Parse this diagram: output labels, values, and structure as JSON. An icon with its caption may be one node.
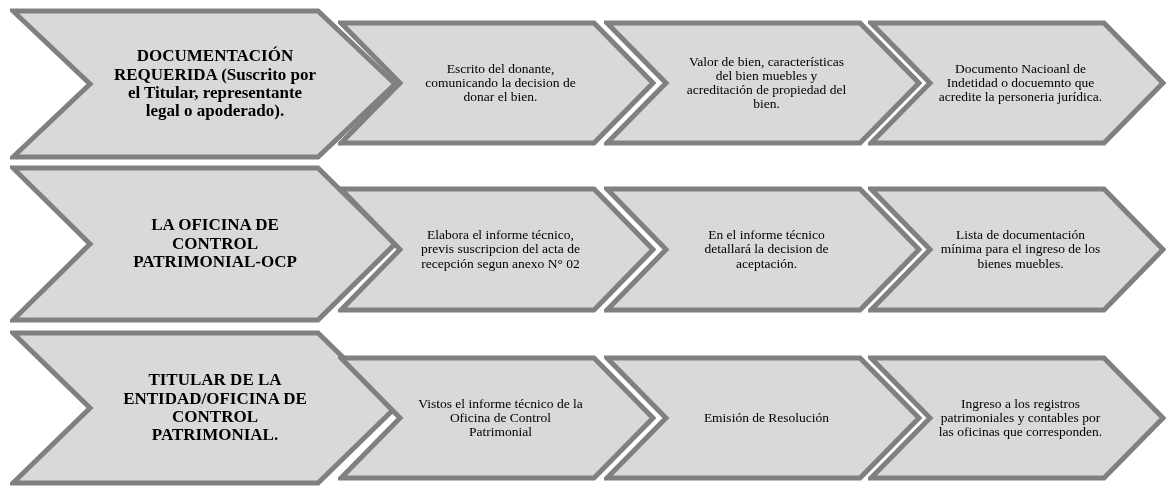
{
  "diagram": {
    "nodes": [
      {
        "text": [
          "DOCUMENTACIÓN REQUERIDA (Suscrito por el Titular, representante legal o apoderado)."
        ]
      },
      {
        "text": [
          "Escrito del donante, comunicando la decision de donar el bien."
        ]
      },
      {
        "text": [
          "Valor de bien, características del bien muebles y acreditación de propiedad del bien."
        ]
      },
      {
        "text": [
          "Documento Nacioanl de Indetidad o docuemnto que acredite la personeria jurídica."
        ]
      },
      {
        "text": [
          "LA OFICINA DE CONTROL PATRIMONIAL-OCP"
        ]
      },
      {
        "text": [
          "Elabora el informe técnico, previs suscripcion del acta de recepción segun anexo N° 02"
        ]
      },
      {
        "text": [
          "En el informe técnico detallará la decision de aceptación."
        ]
      },
      {
        "text": [
          "Lista de documentación mínima para el ingreso de los bienes muebles."
        ]
      },
      {
        "text": [
          "TITULAR DE LA ENTIDAD/OFICINA DE CONTROL PATRIMONIAL."
        ]
      },
      {
        "text": [
          "Vistos el informe técnico de la Oficina de Control Patrimonial"
        ]
      },
      {
        "text": [
          "Emisión de Resolución"
        ]
      },
      {
        "text": [
          "Ingreso a los registros patrimoniales y contables por las oficinas que corresponden."
        ]
      }
    ]
  }
}
